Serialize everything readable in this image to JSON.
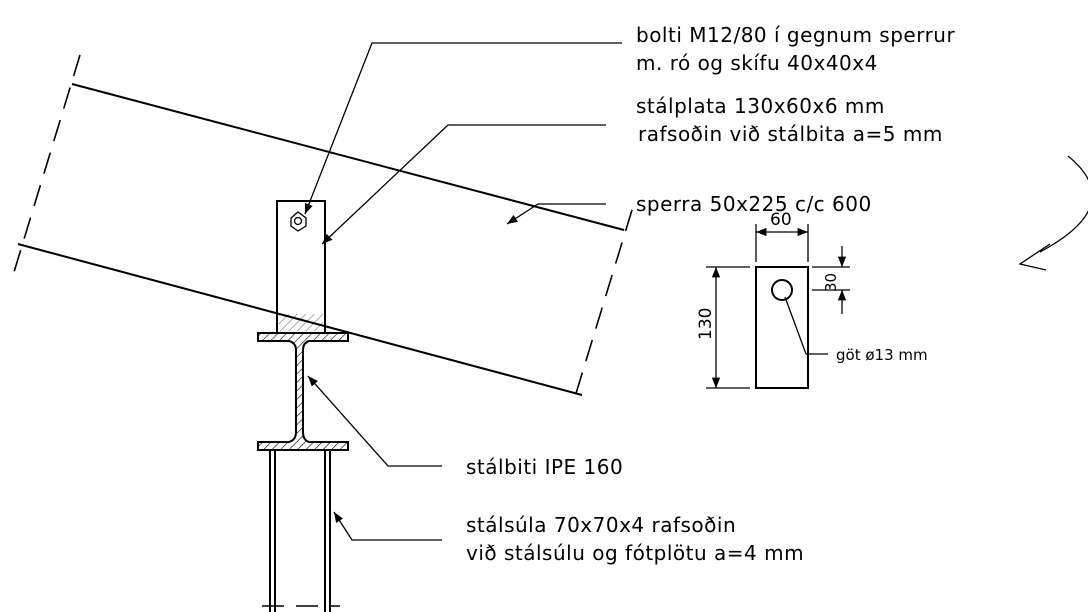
{
  "labels": {
    "bolt_line1": "bolti M12/80 í gegnum sperrur",
    "bolt_line2": "m. ró og skífu 40x40x4",
    "plate_line1": "stálplata 130x60x6 mm",
    "plate_line2": "rafsoðin við stálbita a=5 mm",
    "rafter": "sperra 50x225 c/c 600",
    "beam": "stálbiti IPE 160",
    "column_line1": "stálsúla 70x70x4 rafsoðin",
    "column_line2": "við stálsúlu og fótplötu a=4 mm"
  },
  "detail": {
    "width_dim": "60",
    "height_dim": "130",
    "hole_offset_dim": "30",
    "hole_label": "göt ø13 mm"
  }
}
